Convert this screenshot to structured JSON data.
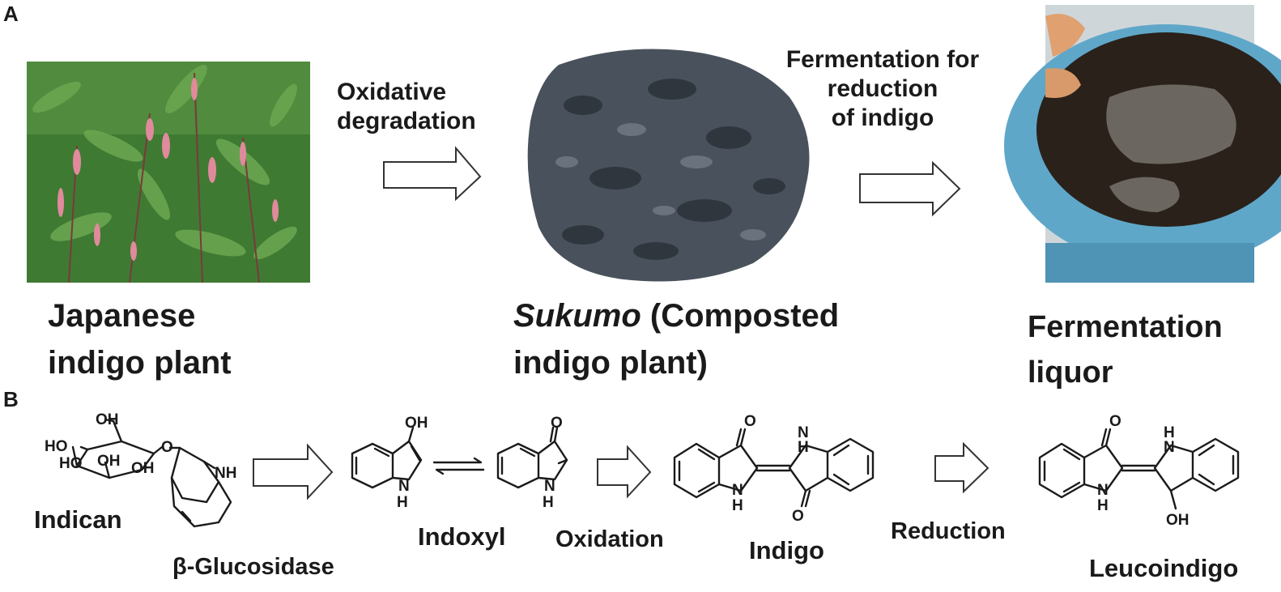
{
  "panels": {
    "a": "A",
    "b": "B"
  },
  "panel_a": {
    "plant_caption_line1": "Japanese",
    "plant_caption_line2": "indigo plant",
    "sukumo_italic": "Sukumo",
    "sukumo_rest_line1": " (Composted",
    "sukumo_line2": "indigo plant)",
    "liquor_line1": "Fermentation",
    "liquor_line2": "liquor",
    "step1_line1": "Oxidative",
    "step1_line2": "degradation",
    "step2_line1": "Fermentation for",
    "step2_line2": "reduction",
    "step2_line3": "of indigo"
  },
  "panel_b": {
    "indican": "Indican",
    "glucosidase": "β-Glucosidase",
    "indoxyl": "Indoxyl",
    "oxidation": "Oxidation",
    "indigo": "Indigo",
    "reduction": "Reduction",
    "leucoindigo": "Leucoindigo",
    "atoms": {
      "oh": "OH",
      "ho": "HO",
      "o": "O",
      "nh": "NH",
      "n": "N",
      "h": "H"
    }
  },
  "colors": {
    "photo_leaf": "#4f8a3a",
    "photo_flower": "#d9768a",
    "sukumo": "#3f4852",
    "liquor": "#2a211a",
    "bucket": "#5fa7c9"
  }
}
